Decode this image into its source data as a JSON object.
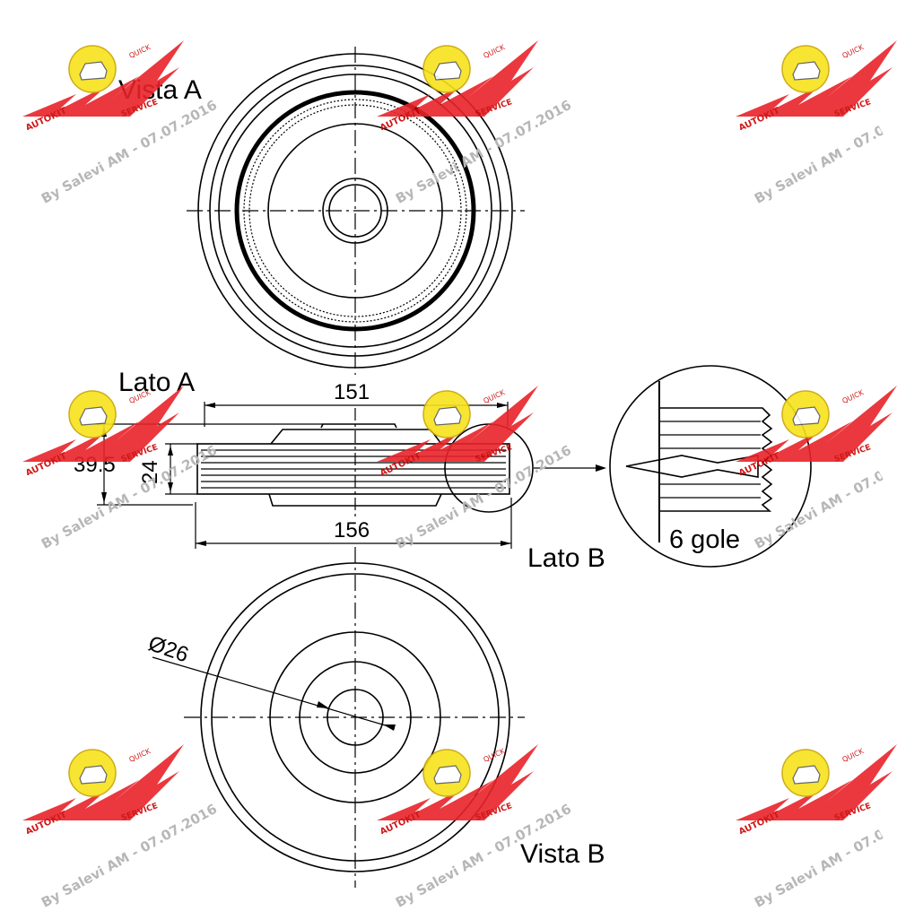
{
  "labels": {
    "vista_a": "Vista A",
    "lato_a": "Lato A",
    "lato_b": "Lato B",
    "vista_b": "Vista B",
    "detail_note": "6 gole"
  },
  "dimensions": {
    "top_width": "151",
    "bottom_width": "156",
    "total_height": "39.5",
    "belt_height": "24",
    "bore_diameter": "Ø26"
  },
  "watermark": {
    "text": "By Salevi AM - 07.07.2016",
    "logo_text": "AUTOKIT",
    "logo_service": "SERVICE",
    "logo_quick": "QUICK",
    "colors": {
      "wing": "#e8232a",
      "badge": "#f7e31b",
      "text": "#b7b7b7"
    }
  },
  "line_color": "#000000"
}
